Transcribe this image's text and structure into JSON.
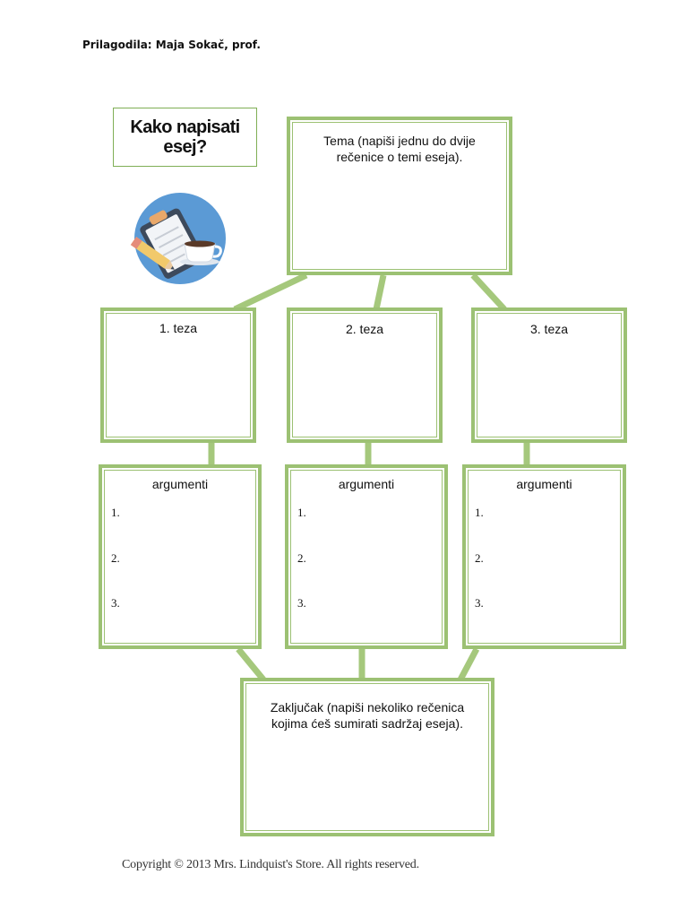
{
  "header": {
    "author": "Prilagodila: Maja Sokač, prof."
  },
  "title": {
    "text": "Kako napisati esej?"
  },
  "illustration": {
    "icon": "clipboard-pencil-coffee-icon",
    "circle_color": "#5b9ad5"
  },
  "colors": {
    "box_border": "#9cc173",
    "title_border": "#7fae55",
    "connector": "#a5c87c"
  },
  "tema": {
    "text": "Tema (napiši jednu do dvije rečenice o temi eseja)."
  },
  "teze": [
    {
      "label": "1. teza"
    },
    {
      "label": "2. teza"
    },
    {
      "label": "3. teza"
    }
  ],
  "argumenti": [
    {
      "title": "argumenti",
      "items": [
        "1.",
        "2.",
        "3."
      ]
    },
    {
      "title": "argumenti",
      "items": [
        "1.",
        "2.",
        "3."
      ]
    },
    {
      "title": "argumenti",
      "items": [
        "1.",
        "2.",
        "3."
      ]
    }
  ],
  "zakljucak": {
    "text": "Zaključak (napiši nekoliko rečenica kojima ćeš sumirati sadržaj eseja)."
  },
  "footer": {
    "copyright": "Copyright © 2013 Mrs. Lindquist's Store. All rights reserved."
  }
}
